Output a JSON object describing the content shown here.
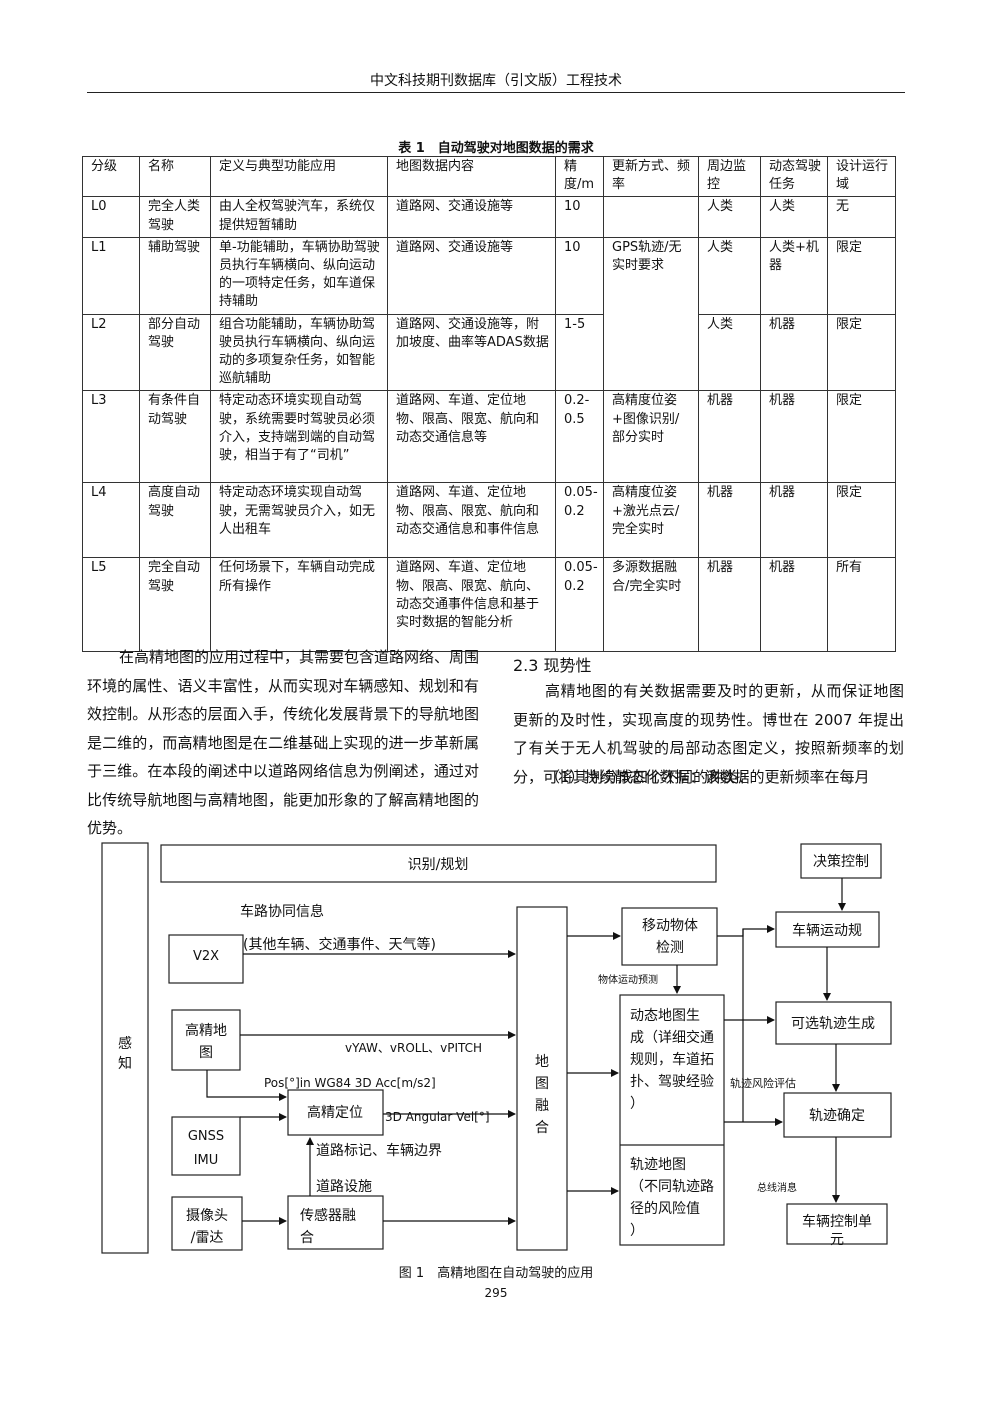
{
  "header": "中文科技期刊数据库（引文版）工程技术",
  "table": {
    "caption": "表 1　自动驾驶对地图数据的需求",
    "headers": [
      "分级",
      "名称",
      "定义与典型功能应用",
      "地图数据内容",
      "精度/m",
      "更新方式、频率",
      "周边监控",
      "动态驾驶任务",
      "设计运行域"
    ],
    "rows": [
      [
        "L0",
        "完全人类驾驶",
        "由人全权驾驶汽车，系统仅提供短暂辅助",
        "道路网、交通设施等",
        "10",
        "",
        "人类",
        "人类",
        "无"
      ],
      [
        "L1",
        "辅助驾驶",
        "单-功能辅助，车辆协助驾驶员执行车辆横向、纵向运动的一项特定任务，如车道保持辅助",
        "道路网、交通设施等",
        "10",
        "GPS轨迹/无实时要求",
        "人类",
        "人类+机器",
        "限定"
      ],
      [
        "L2",
        "部分自动驾驶",
        "组合功能辅助，车辆协助驾驶员执行车辆横向、纵向运动的多项复杂任务，如智能巡航辅助",
        "道路网、交通设施等，附加坡度、曲率等ADAS数据",
        "1-5",
        "",
        "人类",
        "机器",
        "限定"
      ],
      [
        "L3",
        "有条件自动驾驶",
        "特定动态环境实现自动驾驶，系统需要时驾驶员必须介入，支持端到端的自动驾驶，相当于有了“司机”",
        "道路网、车道、定位地物、限高、限宽、航向和动态交通信息等",
        "0.2-0.5",
        "高精度位姿+图像识别/部分实时",
        "机器",
        "机器",
        "限定"
      ],
      [
        "L4",
        "高度自动驾驶",
        "特定动态环境实现自动驾驶，无需驾驶员介入，如无人出租车",
        "道路网、车道、定位地物、限高、限宽、航向和动态交通信息和事件信息",
        "0.05-0.2",
        "高精度位姿+激光点云/完全实时",
        "机器",
        "机器",
        "限定"
      ],
      [
        "L5",
        "完全自动驾驶",
        "任何场景下，车辆自动完成所有操作",
        "道路网、车道、定位地物、限高、限宽、航向、动态交通事件信息和基于实时数据的智能分析",
        "0.05-0.2",
        "多源数据融合/完全实时",
        "机器",
        "机器",
        "所有"
      ]
    ]
  },
  "left_paragraph": "在高精地图的应用过程中，其需要包含道路网络、周围环境的属性、语义丰富性，从而实现对车辆感知、规划和有效控制。从形态的层面入手，传统化发展背景下的导航地图是二维的，而高精地图是在二维基础上实现的进一步革新属于三维。在本段的阐述中以道路网络信息为例阐述，通过对比传统导航地图与高精地图，能更加形象的了解高精地图的优势。",
  "section_title": "2.3 现势性",
  "right_paragraph": "高精地图的有关数据需要及时的更新，从而保证地图更新的及时性，实现高度的现势性。博世在 2007 年提出了有关于无人机驾驶的局部动态图定义，按照新频率的划分，可将其划分成四个不同的种类：",
  "right_item": "（1）持续静态化数据：该数据的更新频率在每月",
  "figure": {
    "perception": "感知",
    "recognition": "识别/规划",
    "decision": "决策控制",
    "v2v_info": "车路协同信息",
    "v2v_detail": "(其他车辆、交通事件、天气等)",
    "v2x": "V2X",
    "hd_map": "高精地图",
    "gnss": "GNSSIMU",
    "camera": "摄像头/雷达",
    "vyaw": "vYAW、vROLL、vPITCH",
    "pos": "Pos[°]in WG84 3D Acc[m/s2]",
    "hd_loc": "高精定位",
    "angular": "3D Angular Vel[°]",
    "lane_marks": "道路标记、车辆边界",
    "road_fac": "道路设施",
    "sensor_fusion": "传感器融合",
    "map_fusion": "地图融合",
    "moving_det": "移动物体检测",
    "obj_pred": "物体运动预测",
    "dyn_map": "动态地图生成（详细交通规则，车道拓扑、驾驶经验）",
    "traj_map": "轨迹地图（不同轨迹路径的风险值）",
    "traj_risk": "轨迹风险评估",
    "veh_motion": "车辆运动规",
    "opt_traj": "可选轨迹生成",
    "traj_confirm": "轨迹确定",
    "bus_msg": "总线消息",
    "veh_ctrl": "车辆控制单元"
  },
  "figure_caption": "图 1　高精地图在自动驾驶的应用",
  "page_number": "295"
}
